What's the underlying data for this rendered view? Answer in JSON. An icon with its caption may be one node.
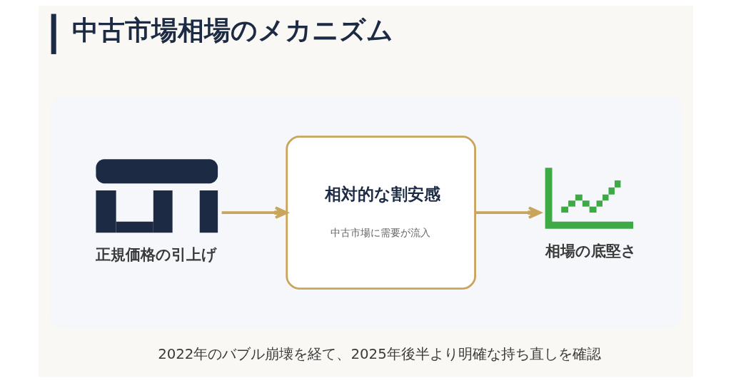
{
  "diagram": {
    "title": "中古市場相場のメカニズム",
    "caption": "2022年のバブル崩壊を経て、2025年後半より明確な持ち直しを確認",
    "nodes": [
      {
        "text": [],
        "shape": "box"
      },
      {
        "text": [
          "正規価格の引上げ"
        ],
        "in": 0
      },
      {
        "text": [
          "相対的な割安感",
          "中古市場に需要が流入"
        ],
        "in": 0
      },
      {
        "text": [
          "相場の底堅さ"
        ],
        "in": 0
      }
    ],
    "edges": [
      {
        "from": 1,
        "to": 2,
        "arrow": "to"
      },
      {
        "from": 2,
        "to": 3,
        "arrow": "to"
      }
    ]
  }
}
